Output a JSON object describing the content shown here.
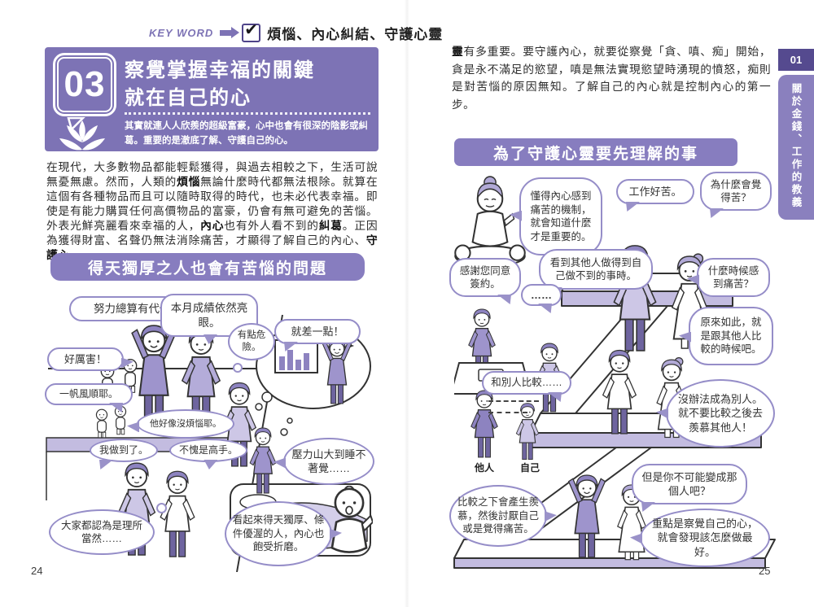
{
  "header": {
    "keyword_label": "KEY WORD",
    "keywords": "煩惱、內心糾結、守護心靈",
    "icons": {
      "check": "✔"
    }
  },
  "sidebar": {
    "chapter_number": "01",
    "chapter_title": "關於金錢、工作的教義"
  },
  "left_page": {
    "page_number": "24",
    "lesson_number": "03",
    "title_line1": "察覺掌握幸福的關鍵",
    "title_line2": "就在自己的心",
    "lead": "其實就連人人欣羨的超級富豪，心中也會有很深的陰影或糾葛。重要的是澈底了解、守護自己的心。",
    "body_segments": [
      {
        "t": "在現代，大多數物品都能輕鬆獲得，與過去相較之下，生活可說無憂無慮。然而，人類的",
        "b": false
      },
      {
        "t": "煩惱",
        "b": true
      },
      {
        "t": "無論什麼時代都無法根除。就算在這個有各種物品而且可以隨時取得的時代，也未必代表幸福。即使是有能力購買任何高價物品的富豪，仍會有無可避免的苦惱。外表光鮮亮麗看來幸福的人，",
        "b": false
      },
      {
        "t": "內心",
        "b": true
      },
      {
        "t": "也有外人看不到的",
        "b": false
      },
      {
        "t": "糾葛",
        "b": true
      },
      {
        "t": "。正因為獲得財富、名聲仍無法消除痛苦，才顯得了解自己的內心、",
        "b": false
      },
      {
        "t": "守護心",
        "b": true
      }
    ],
    "banner": "得天獨厚之人也會有苦惱的問題",
    "bubbles": [
      {
        "id": "effort",
        "text": "努力總算有代價。"
      },
      {
        "id": "results",
        "text": "本月成績依然亮眼。"
      },
      {
        "id": "risky",
        "text": "有點危險。"
      },
      {
        "id": "almost",
        "text": "就差一點！"
      },
      {
        "id": "amazing",
        "text": "好厲害！"
      },
      {
        "id": "smooth-sailing",
        "text": "一帆風順耶。"
      },
      {
        "id": "no-worries",
        "text": "他好像沒煩惱耶。"
      },
      {
        "id": "i-did-it",
        "text": "我做到了。"
      },
      {
        "id": "master",
        "text": "不愧是高手。"
      },
      {
        "id": "stress",
        "text": "壓力山大到睡不著覺……"
      },
      {
        "id": "taken-for-granted",
        "text": "大家都認為是理所當然……"
      },
      {
        "id": "tormented",
        "text": "看起來得天獨厚、條件優渥的人，內心也飽受折磨。"
      }
    ]
  },
  "right_page": {
    "page_number": "25",
    "body_segments": [
      {
        "t": "靈",
        "b": true
      },
      {
        "t": "有多重要。要守護內心，就要從察覺「貪、嗔、痴」開始，貪是永不滿足的慾望，嗔是無法實現慾望時湧現的憤怒，痴則是對苦惱的原因無知。了解自己的內心就是控制內心的第一步。",
        "b": false
      }
    ],
    "banner": "為了守護心靈要先理解的事",
    "bubbles": [
      {
        "id": "buddha-teaching",
        "text": "懂得內心感到痛苦的機制，就會知道什麼才是重要的。"
      },
      {
        "id": "work-is-hard",
        "text": "工作好苦。"
      },
      {
        "id": "why-bitter",
        "text": "為什麼會覺得苦？"
      },
      {
        "id": "contract-thanks",
        "text": "感謝您同意簽約。"
      },
      {
        "id": "see-others",
        "text": "看到其他人做得到自己做不到的事時。"
      },
      {
        "id": "when-pain",
        "text": "什麼時候感到痛苦？"
      },
      {
        "id": "silence",
        "text": "……"
      },
      {
        "id": "i-see",
        "text": "原來如此，就是跟其他人比較的時候吧。"
      },
      {
        "id": "comparing",
        "text": "和別人比較……"
      },
      {
        "id": "cant-be-others",
        "text": "沒辦法成為別人。就不要比較之後去羨慕其他人！"
      },
      {
        "id": "envy",
        "text": "比較之下會產生羨慕，然後討厭自己或是覺得痛苦。"
      },
      {
        "id": "cant-become",
        "text": "但是你不可能變成那個人吧？"
      },
      {
        "id": "key-point",
        "text": "重點是察覺自己的心，就會發現該怎麼做最好。"
      }
    ],
    "figure_labels": {
      "other": "他人",
      "self": "自己"
    }
  },
  "colors": {
    "purple": "#7d73b5",
    "purple_dark": "#554a8f",
    "purple_light": "#c3bce0",
    "bubble_border": "#958dc8"
  }
}
